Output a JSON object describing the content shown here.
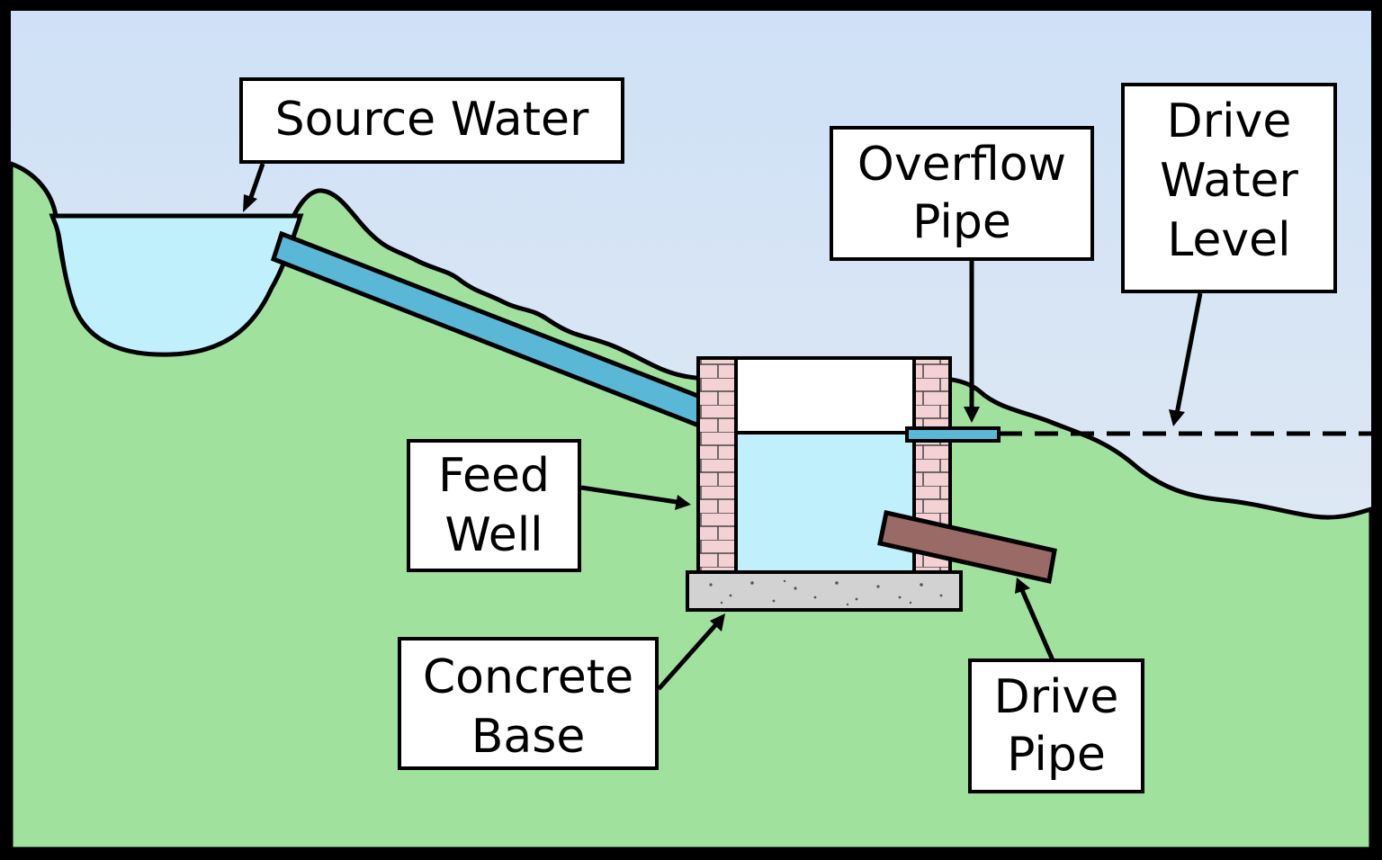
{
  "colors": {
    "sky_top": "#cfe1f7",
    "sky_bottom": "#e6ecf0",
    "ground": "#a1e19e",
    "water": "#bff0fb",
    "pipe_blue": "#5ab8d6",
    "drive_pipe": "#9a6b66",
    "brick": "#f4d2d4",
    "concrete": "#d2d2d2",
    "border": "#000000"
  },
  "labels": {
    "source_water": [
      "Source Water"
    ],
    "overflow_pipe": [
      "Overflow",
      "Pipe"
    ],
    "drive_water_level": [
      "Drive",
      "Water",
      "Level"
    ],
    "feed_well": [
      "Feed",
      "Well"
    ],
    "concrete_base": [
      "Concrete",
      "Base"
    ],
    "drive_pipe": [
      "Drive",
      "Pipe"
    ]
  }
}
